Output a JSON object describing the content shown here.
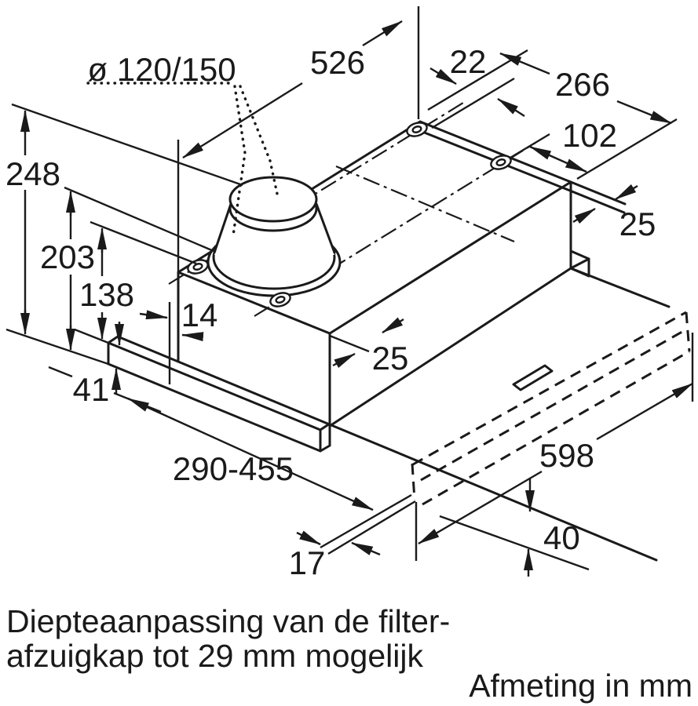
{
  "drawing": {
    "title_hint": "cooker hood installation dimensions",
    "dimensions": {
      "duct_diameter": "ø 120/150",
      "top_width": "526",
      "hole_edge_offset": "22",
      "mount_depth": "266",
      "hole_spacing": "102",
      "back_edge_offset": "25",
      "total_height": "248",
      "height_with_base": "203",
      "body_height": "138",
      "side_clearance": "14",
      "front_edge_offset": "25",
      "base_height": "41",
      "depth_range": "290-455",
      "visor_gap": "17",
      "visor_width": "598",
      "visor_height": "40"
    },
    "notes": {
      "line1": "Diepteaanpassing van de filter-",
      "line2": "afzuigkap tot 29 mm mogelijk",
      "units": "Afmeting in mm"
    },
    "colors": {
      "ink": "#1a1a1a",
      "paper": "#ffffff"
    }
  }
}
